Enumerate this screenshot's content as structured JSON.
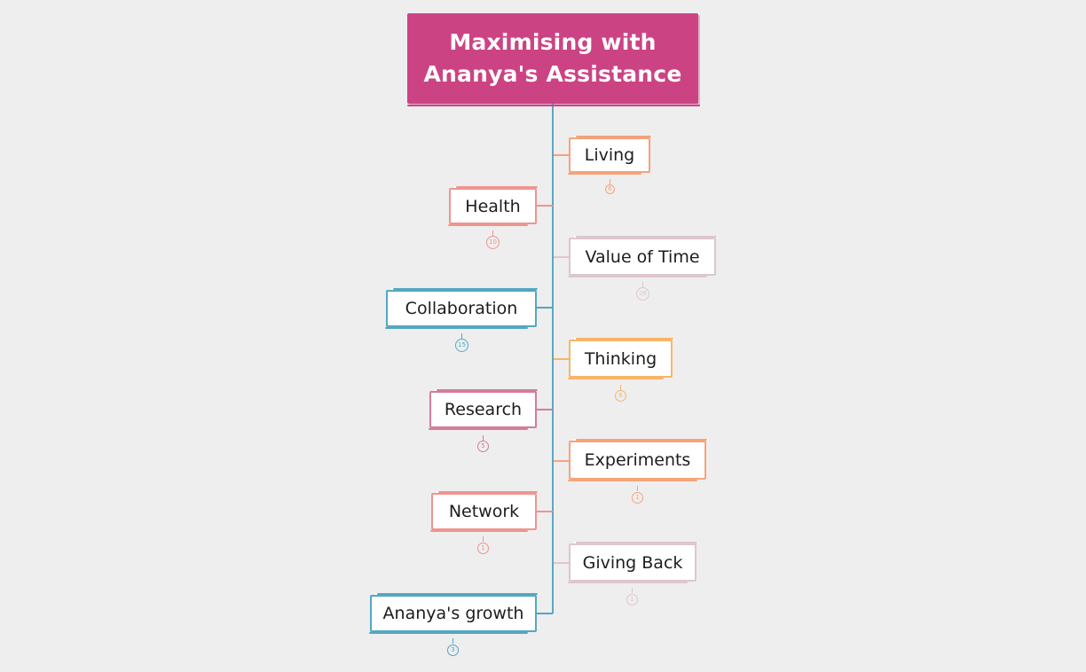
{
  "title": {
    "line1": "Maximising with",
    "line2": "Ananya's Assistance",
    "color": "#cc4384"
  },
  "spine_color": "#5ba8bf",
  "topics": [
    {
      "id": "living",
      "label": "Living",
      "count": "6",
      "side": "right",
      "color": "#f5a27a"
    },
    {
      "id": "health",
      "label": "Health",
      "count": "10",
      "side": "left",
      "color": "#ee9590"
    },
    {
      "id": "value-of-time",
      "label": "Value of Time",
      "count": "26",
      "side": "right",
      "color": "#ddc6cf"
    },
    {
      "id": "collaboration",
      "label": "Collaboration",
      "count": "15",
      "side": "left",
      "color": "#53a7c1"
    },
    {
      "id": "thinking",
      "label": "Thinking",
      "count": "6",
      "side": "right",
      "color": "#f8b568"
    },
    {
      "id": "research",
      "label": "Research",
      "count": "5",
      "side": "left",
      "color": "#d47c9b"
    },
    {
      "id": "experiments",
      "label": "Experiments",
      "count": "1",
      "side": "right",
      "color": "#f7a37b"
    },
    {
      "id": "network",
      "label": "Network",
      "count": "1",
      "side": "left",
      "color": "#ee9590"
    },
    {
      "id": "giving-back",
      "label": "Giving Back",
      "count": "1",
      "side": "right",
      "color": "#ddc6cf"
    },
    {
      "id": "ananyas-growth",
      "label": "Ananya's growth",
      "count": "3",
      "side": "left",
      "color": "#53a7c1"
    }
  ]
}
